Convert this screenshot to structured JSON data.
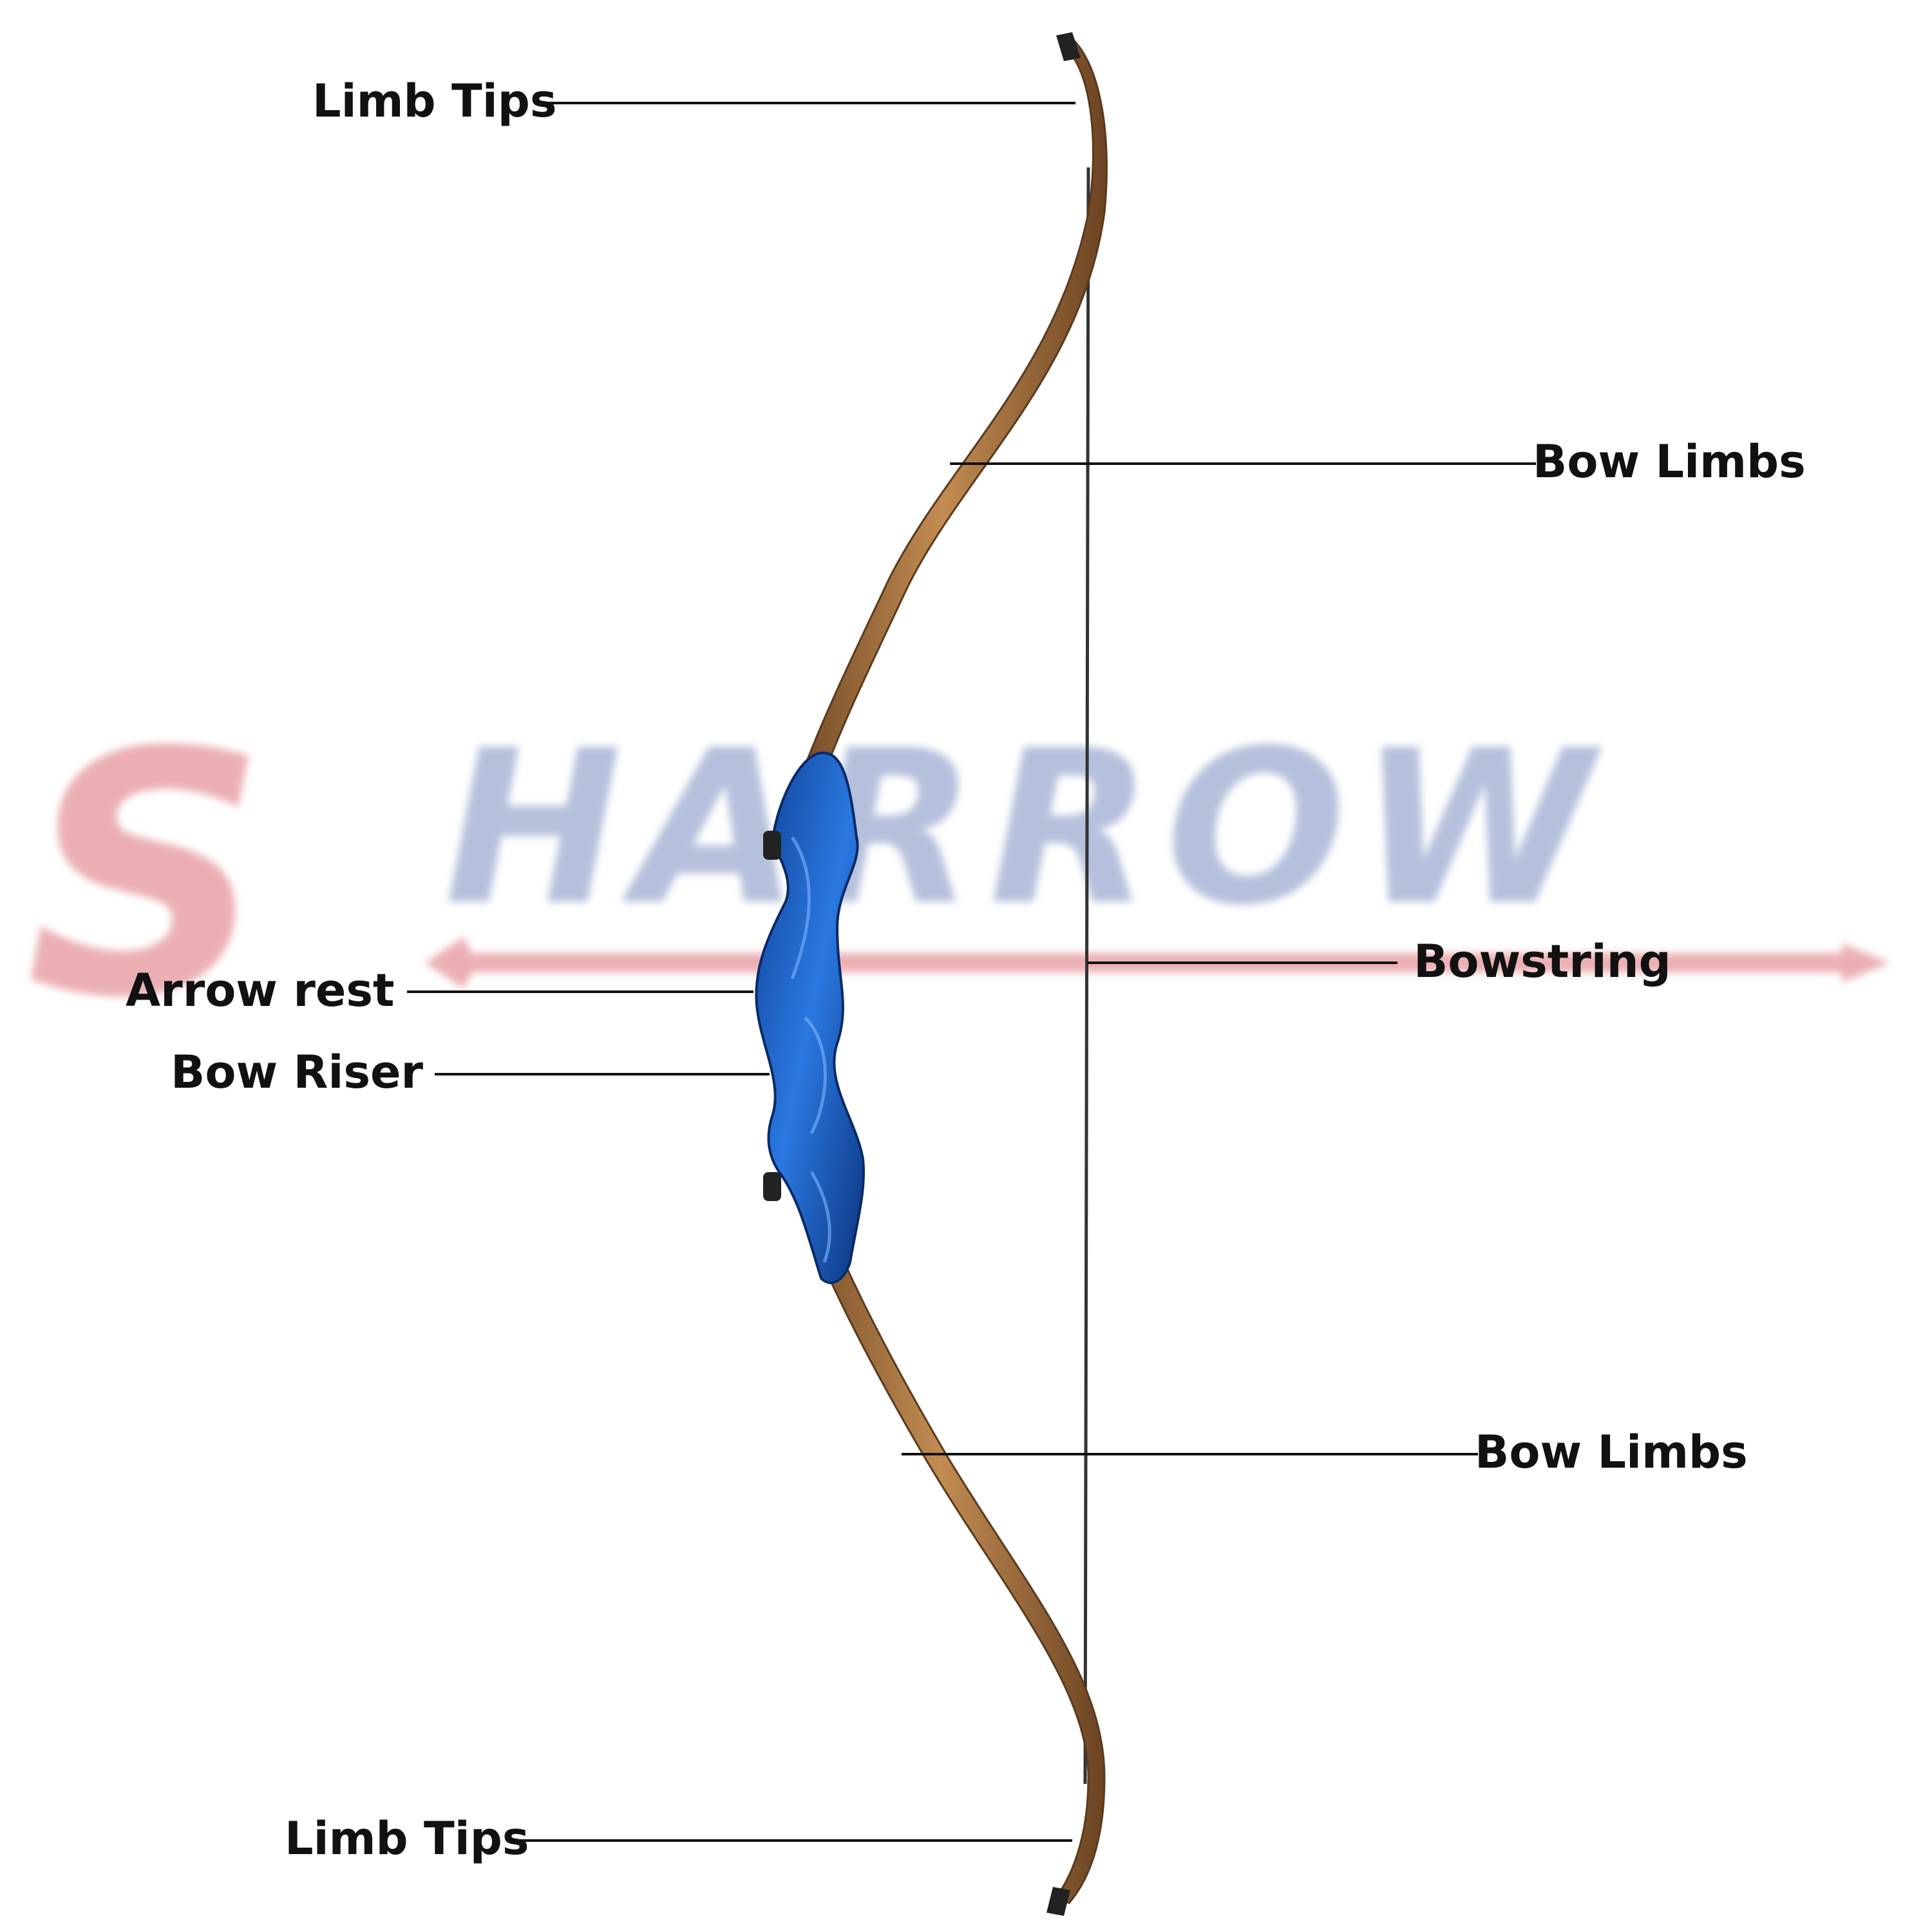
{
  "watermark": {
    "text": "SHARROW",
    "first_letter_color": "#e8a2a6",
    "rest_color": "#a9b6d6",
    "arrow_color": "#e8a2a6"
  },
  "labels": {
    "limb_tips_top": "Limb Tips",
    "bow_limbs_top": "Bow Limbs",
    "bowstring": "Bowstring",
    "arrow_rest": "Arrow rest",
    "bow_riser": "Bow Riser",
    "bow_limbs_bottom": "Bow Limbs",
    "limb_tips_bottom": "Limb Tips"
  },
  "colors": {
    "riser": "#1e63c8",
    "limb": "#b07a44",
    "limb_edge": "#5a3a1c",
    "string": "#333333",
    "leader_line": "#111111"
  }
}
